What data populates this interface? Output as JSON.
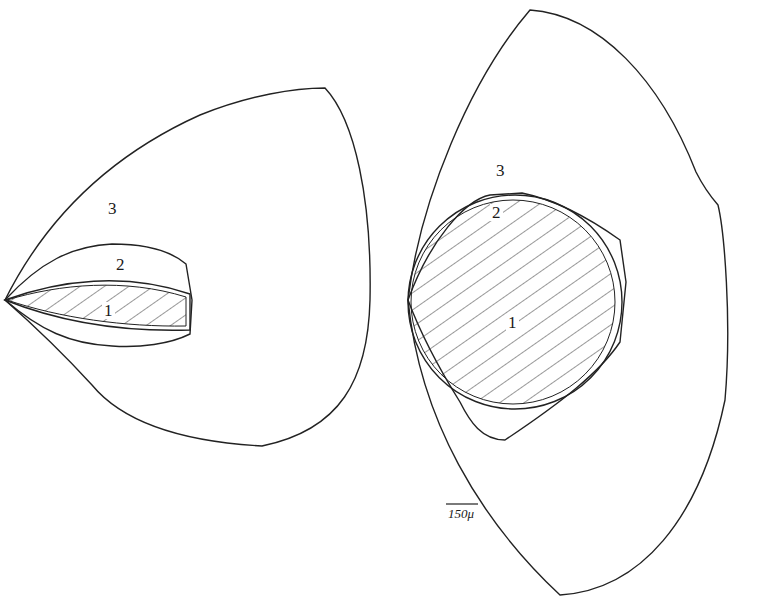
{
  "diagram": {
    "labels": [
      "3",
      "2",
      "1",
      "3",
      "2",
      "1",
      "150μ"
    ]
  }
}
